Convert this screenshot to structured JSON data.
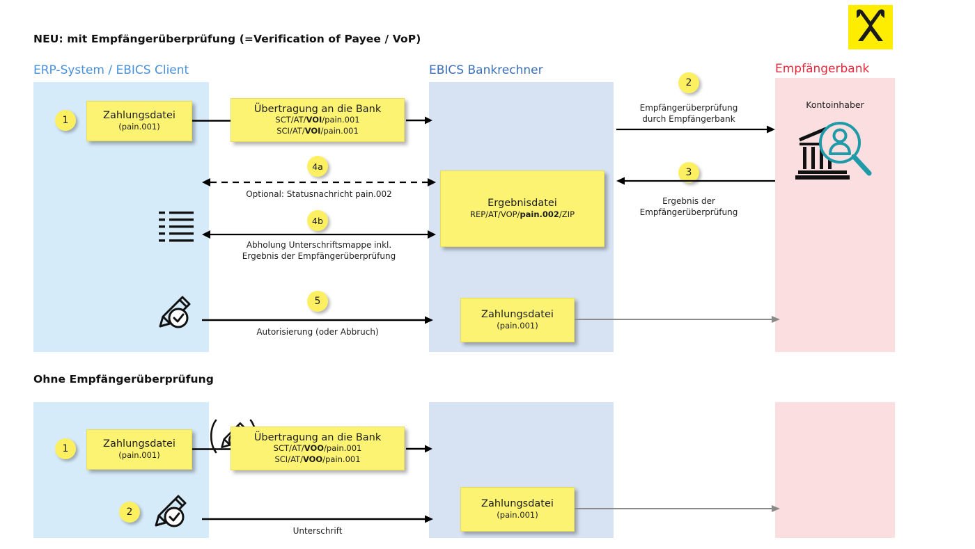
{
  "logo": {
    "name": "raiffeisen-gable-cross-logo",
    "bg": "#ffed00",
    "fg": "#1a1a1a"
  },
  "colors": {
    "lane_erp": "#d6ebfa",
    "lane_ebics": "#d7e2f2",
    "lane_bank": "#fbdfe0",
    "note_yellow": "#fdf373",
    "badge_yellow": "#fdf060",
    "title_erp": "#4a90d9",
    "title_ebics": "#3b6fb5",
    "title_bank": "#e8283c",
    "icon_teal": "#1f9aa8",
    "arrow_black": "#000000",
    "arrow_gray": "#8a8a8a"
  },
  "sections": {
    "top": {
      "title": "NEU: mit Empfängerüberprüfung (=Verification of Payee / VoP)",
      "lanes": [
        {
          "key": "erp",
          "label": "ERP-System / EBICS Client"
        },
        {
          "key": "ebics",
          "label": "EBICS Bankrechner"
        },
        {
          "key": "bank",
          "label": "Empfängerbank"
        }
      ],
      "notes": [
        {
          "id": "payment-file-1",
          "line1": "Zahlungsdatei",
          "line2": "(pain.001)"
        },
        {
          "id": "transfer-to-bank",
          "line1": "Übertragung an die Bank",
          "line2a_pre": "SCT/AT/",
          "line2a_bold": "VOI",
          "line2a_post": "/pain.001",
          "line2b_pre": "SCI/AT/",
          "line2b_bold": "VOI",
          "line2b_post": "/pain.001"
        },
        {
          "id": "result-file",
          "line1": "Ergebnisdatei",
          "line2_pre": "REP/AT/VOP/",
          "line2_bold": "pain.002",
          "line2_post": "/ZIP"
        },
        {
          "id": "payment-file-2",
          "line1": "Zahlungsdatei",
          "line2": "(pain.001)"
        }
      ],
      "steps": [
        {
          "num": "1",
          "label": ""
        },
        {
          "num": "2",
          "label": "Empfängerüberprüfung\ndurch Empfängerbank"
        },
        {
          "num": "3",
          "label": "Ergebnis der\nEmpfängerüberprüfung"
        },
        {
          "num": "4a",
          "label": "Optional: Statusnachricht pain.002"
        },
        {
          "num": "4b",
          "label": "Abholung Unterschriftsmappe inkl.\nErgebnis der Empfängerüberprüfung"
        },
        {
          "num": "5",
          "label": "Autorisierung (oder Abbruch)"
        }
      ],
      "icons": [
        {
          "id": "account-holder-icon",
          "caption": "Kontoinhaber"
        },
        {
          "id": "signature-list-icon",
          "caption": ""
        },
        {
          "id": "signature-pen-icon",
          "caption": ""
        }
      ]
    },
    "bottom": {
      "title": "Ohne Empfängerüberprüfung",
      "notes": [
        {
          "id": "payment-file-3",
          "line1": "Zahlungsdatei",
          "line2": "(pain.001)"
        },
        {
          "id": "transfer-to-bank-2",
          "line1": "Übertragung an die Bank",
          "line2a_pre": "SCT/AT/",
          "line2a_bold": "VOO",
          "line2a_post": "/pain.001",
          "line2b_pre": "SCI/AT/",
          "line2b_bold": "VOO",
          "line2b_post": "/pain.001"
        },
        {
          "id": "payment-file-4",
          "line1": "Zahlungsdatei",
          "line2": "(pain.001)"
        }
      ],
      "steps": [
        {
          "num": "1",
          "label": ""
        },
        {
          "num": "2",
          "label": "Unterschrift"
        }
      ],
      "icons": [
        {
          "id": "signature-pen-parenthesized-icon",
          "caption": ""
        },
        {
          "id": "signature-pen-icon-2",
          "caption": ""
        }
      ]
    }
  }
}
